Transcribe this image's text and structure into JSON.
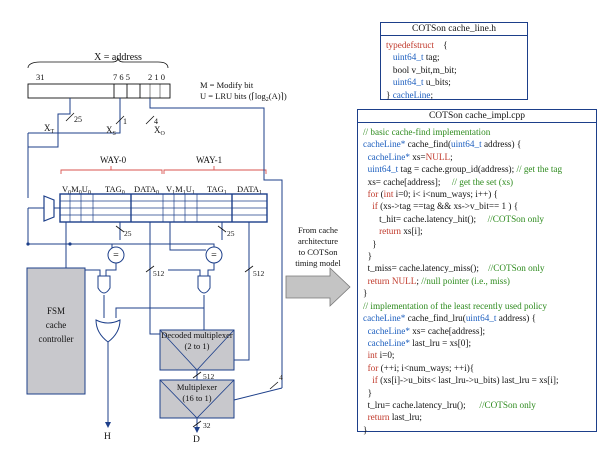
{
  "address": {
    "title": "X = address",
    "bit_31": "31",
    "bit_765": "7 6 5",
    "bit_210": "2 1 0",
    "legend_m": "M = Modify bit",
    "legend_u": "U = LRU bits (⌈log",
    "legend_u_sub": "2",
    "legend_u_end": "(A)⌉)"
  },
  "fields": {
    "xt": "X",
    "xt_sub": "T",
    "xt_width": "25",
    "xs": "X",
    "xs_sub": "S",
    "xs_width": "1",
    "xo": "X",
    "xo_sub": "O",
    "xo_width": "4"
  },
  "ways": {
    "way0": "WAY-0",
    "way1": "WAY-1",
    "w0_cols": [
      "V",
      "0",
      "M",
      "0",
      "U",
      "0"
    ],
    "w0_tag": "TAG",
    "w0_tag_sub": "0",
    "w0_data": "DATA",
    "w0_data_sub": "0",
    "w1_cols": [
      "V",
      "1",
      "M",
      "1",
      "U",
      "1"
    ],
    "w1_tag": "TAG",
    "w1_tag_sub": "1",
    "w1_data": "DATA",
    "w1_data_sub": "1"
  },
  "widths": {
    "cmp0": "25",
    "cmp1": "25",
    "data0": "512",
    "data1": "512",
    "dec_out": "512",
    "offset_in": "4",
    "out": "32"
  },
  "comparators": {
    "eq0": "=",
    "eq1": "="
  },
  "fsm": {
    "line1": "FSM",
    "line2": "cache",
    "line3": "controller"
  },
  "decoded_mux": {
    "line1": "Decoded multiplexer",
    "line2": "(2 to 1)"
  },
  "mux": {
    "line1": "Multiplexer",
    "line2": "(16 to 1)"
  },
  "outputs": {
    "h": "H",
    "d": "D"
  },
  "arrow_label": [
    "From cache",
    "architecture",
    "to COTSon",
    "timing model"
  ],
  "cache_line_h": {
    "title": "COTSon cache_line.h",
    "lines": [
      [
        {
          "t": "typedefstruct",
          "c": "kw"
        },
        {
          "t": "    {",
          "c": "tx"
        }
      ],
      [
        {
          "t": "   uint64_t",
          "c": "ty"
        },
        {
          "t": " tag;",
          "c": "tx"
        }
      ],
      [
        {
          "t": "   bool v_bit,m_bit;",
          "c": "tx"
        }
      ],
      [
        {
          "t": "   uint64_t",
          "c": "ty"
        },
        {
          "t": " u_bits;",
          "c": "tx"
        }
      ],
      [
        {
          "t": "} ",
          "c": "tx"
        },
        {
          "t": "cacheLine",
          "c": "ty"
        },
        {
          "t": ";",
          "c": "tx"
        }
      ]
    ]
  },
  "cache_impl": {
    "title": "COTSon cache_impl.cpp",
    "lines": [
      [
        {
          "t": "// basic cache-find implementation",
          "c": "cm"
        }
      ],
      [
        {
          "t": "cacheLine*",
          "c": "ty"
        },
        {
          "t": " cache_find(",
          "c": "tx"
        },
        {
          "t": "uint64_t",
          "c": "ty"
        },
        {
          "t": " address) {",
          "c": "tx"
        }
      ],
      [
        {
          "t": "  cacheLine*",
          "c": "ty"
        },
        {
          "t": " xs=",
          "c": "tx"
        },
        {
          "t": "NULL",
          "c": "kw"
        },
        {
          "t": ";",
          "c": "tx"
        }
      ],
      [
        {
          "t": "  uint64_t",
          "c": "ty"
        },
        {
          "t": " tag = cache.group_id(address); ",
          "c": "tx"
        },
        {
          "t": "// get the tag",
          "c": "cm"
        }
      ],
      [
        {
          "t": "  xs= cache[address];     ",
          "c": "tx"
        },
        {
          "t": "// get the set (xs)",
          "c": "cm"
        }
      ],
      [
        {
          "t": "  ",
          "c": "tx"
        },
        {
          "t": "for",
          "c": "kw"
        },
        {
          "t": " (",
          "c": "tx"
        },
        {
          "t": "int",
          "c": "kw"
        },
        {
          "t": " i=0; i< i<num_ways; i++) {",
          "c": "tx"
        }
      ],
      [
        {
          "t": "    ",
          "c": "tx"
        },
        {
          "t": "if",
          "c": "kw"
        },
        {
          "t": " (xs->tag ==tag && xs->v_bit== 1 ) {",
          "c": "tx"
        }
      ],
      [
        {
          "t": "       t_hit= cache.latency_hit();     ",
          "c": "tx"
        },
        {
          "t": "//COTSon only",
          "c": "cm"
        }
      ],
      [
        {
          "t": "       ",
          "c": "tx"
        },
        {
          "t": "return",
          "c": "kw"
        },
        {
          "t": " xs[i];",
          "c": "tx"
        }
      ],
      [
        {
          "t": "    }",
          "c": "tx"
        }
      ],
      [
        {
          "t": "  }",
          "c": "tx"
        }
      ],
      [
        {
          "t": "  t_miss= cache.latency_miss();    ",
          "c": "tx"
        },
        {
          "t": "//COTSon only",
          "c": "cm"
        }
      ],
      [
        {
          "t": "  ",
          "c": "tx"
        },
        {
          "t": "return",
          "c": "kw"
        },
        {
          "t": " ",
          "c": "tx"
        },
        {
          "t": "NULL",
          "c": "kw"
        },
        {
          "t": "; ",
          "c": "tx"
        },
        {
          "t": "//null pointer (i.e., miss)",
          "c": "cm"
        }
      ],
      [
        {
          "t": "}",
          "c": "tx"
        }
      ],
      [
        {
          "t": "// implementation of the least recently used policy",
          "c": "cm"
        }
      ],
      [
        {
          "t": "cacheLine*",
          "c": "ty"
        },
        {
          "t": " cache_find_lru(",
          "c": "tx"
        },
        {
          "t": "uint64_t",
          "c": "ty"
        },
        {
          "t": " address) {",
          "c": "tx"
        }
      ],
      [
        {
          "t": "  cacheLine*",
          "c": "ty"
        },
        {
          "t": " xs= cache[address];",
          "c": "tx"
        }
      ],
      [
        {
          "t": "  cacheLine*",
          "c": "ty"
        },
        {
          "t": " last_lru = xs[0];",
          "c": "tx"
        }
      ],
      [
        {
          "t": "  ",
          "c": "tx"
        },
        {
          "t": "int",
          "c": "kw"
        },
        {
          "t": " i=0;",
          "c": "tx"
        }
      ],
      [
        {
          "t": "  ",
          "c": "tx"
        },
        {
          "t": "for",
          "c": "kw"
        },
        {
          "t": " (++i; i<num_ways; ++i){",
          "c": "tx"
        }
      ],
      [
        {
          "t": "    ",
          "c": "tx"
        },
        {
          "t": "if",
          "c": "kw"
        },
        {
          "t": " (xs[i]->u_bits< last_lru->u_bits) last_lru = xs[i];",
          "c": "tx"
        }
      ],
      [
        {
          "t": "  }",
          "c": "tx"
        }
      ],
      [
        {
          "t": "  t_lru= cache.latency_lru();      ",
          "c": "tx"
        },
        {
          "t": "//COTSon only",
          "c": "cm"
        }
      ],
      [
        {
          "t": "  ",
          "c": "tx"
        },
        {
          "t": "return",
          "c": "kw"
        },
        {
          "t": " last_lru;",
          "c": "tx"
        }
      ],
      [
        {
          "t": "}",
          "c": "tx"
        }
      ]
    ]
  },
  "colors": {
    "wire": "#1d3f8a",
    "brace": "#d9534f",
    "fsm_fill": "#c8c8cc",
    "mux_fill": "#c8c8cc",
    "arrow_fill": "#c4c4c4"
  }
}
